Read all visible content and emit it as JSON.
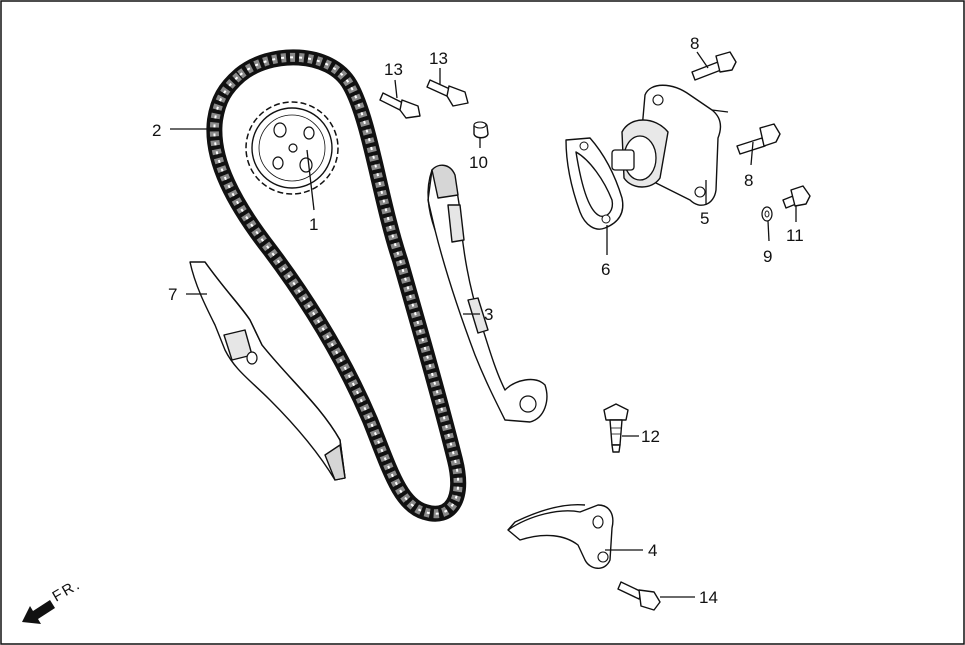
{
  "front_indicator": {
    "label": "FR.",
    "icon": "front-direction-arrow-icon"
  },
  "callouts": [
    {
      "id": "1",
      "part": "cam-sprocket"
    },
    {
      "id": "2",
      "part": "cam-chain"
    },
    {
      "id": "3",
      "part": "chain-tensioner-slipper"
    },
    {
      "id": "4",
      "part": "chain-guide-lower"
    },
    {
      "id": "5",
      "part": "chain-tensioner-lifter"
    },
    {
      "id": "6",
      "part": "lifter-gasket"
    },
    {
      "id": "7",
      "part": "chain-guide"
    },
    {
      "id": "8",
      "part": "bolt"
    },
    {
      "id": "9",
      "part": "washer"
    },
    {
      "id": "10",
      "part": "dowel-pin"
    },
    {
      "id": "11",
      "part": "sealing-bolt"
    },
    {
      "id": "12",
      "part": "pivot-bolt"
    },
    {
      "id": "13",
      "part": "flange-bolt"
    },
    {
      "id": "14",
      "part": "flange-bolt"
    }
  ],
  "colors": {
    "line": "#111111",
    "part_fill": "#ffffff",
    "shade": "#d6d6d6",
    "chain": "#555555"
  }
}
